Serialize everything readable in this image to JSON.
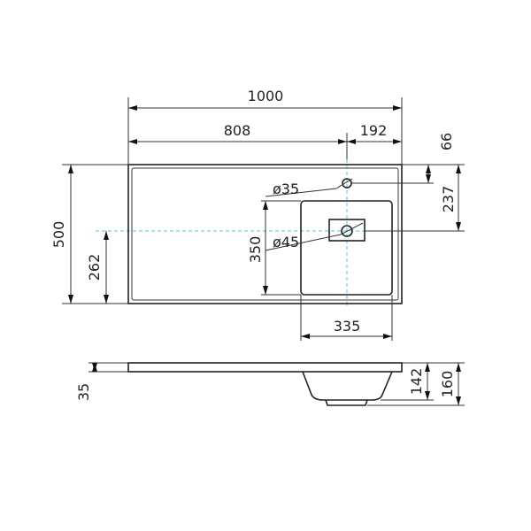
{
  "dimensions": {
    "total_width": "1000",
    "left_width": "808",
    "right_width": "192",
    "tap_offset": "66",
    "drain_offset": "237",
    "total_depth": "500",
    "drain_from_front": "262",
    "basin_depth": "350",
    "basin_width": "335",
    "tap_hole": "ø35",
    "drain_hole": "ø45",
    "slab_thickness": "35",
    "bowl_depth": "142",
    "total_height": "160"
  },
  "colors": {
    "centerline": "#5bc0de",
    "lines": "#222222"
  }
}
